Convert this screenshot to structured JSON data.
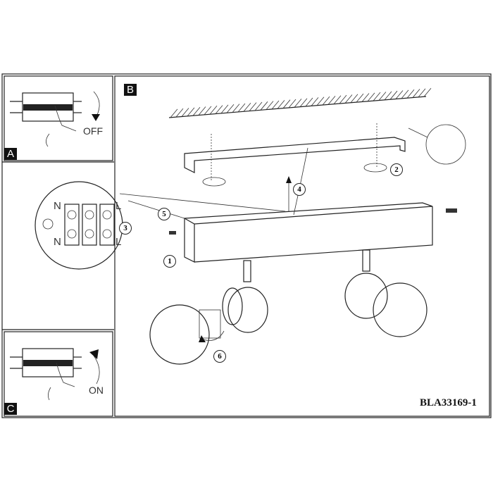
{
  "panels": {
    "a": {
      "label": "A",
      "action": "OFF"
    },
    "b": {
      "label": "B"
    },
    "c": {
      "label": "C",
      "action": "ON"
    }
  },
  "terminal": {
    "n_top": "N",
    "n_bottom": "N",
    "l_top": "L",
    "l_bottom": "L"
  },
  "steps": [
    "1",
    "2",
    "3",
    "4",
    "5",
    "6"
  ],
  "code": "BLA33169-1"
}
